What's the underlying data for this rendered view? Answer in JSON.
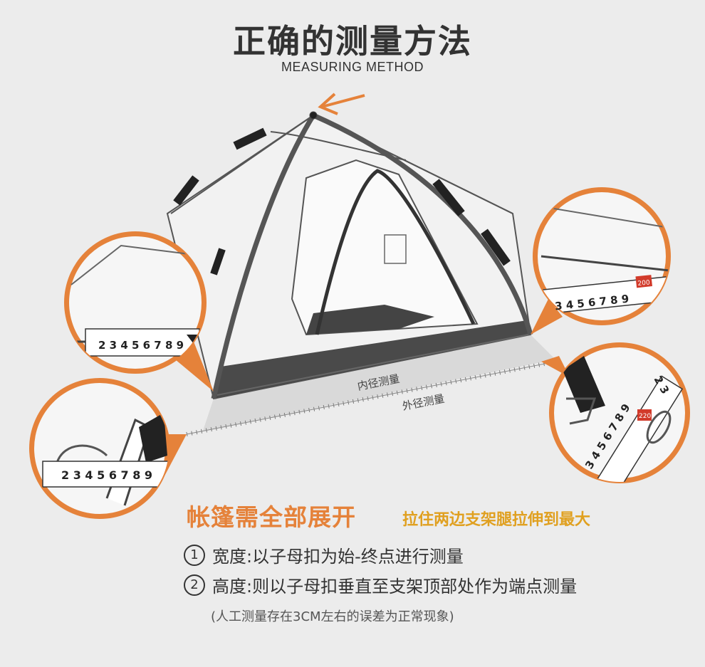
{
  "header": {
    "title": "正确的测量方法",
    "subtitle": "MEASURING METHOD"
  },
  "figure": {
    "inner_label": "内径测量",
    "outer_label": "外径测量",
    "tape_top_left": "2 3 4 5 6 7 8 9",
    "tape_bottom_left": "2 3 4 5 6 7 8 9",
    "tape_top_right": "3 4 5 6 7 8 9",
    "tape_top_right_marker": "200",
    "tape_bottom_right": "3 4 5 6 7 8 9",
    "tape_bottom_right_tail": "2 3",
    "tape_bottom_right_marker": "220",
    "colors": {
      "accent": "#e5823a",
      "tip": "#e0a020",
      "dark": "#444444",
      "background": "#ececec"
    }
  },
  "instructions": {
    "headline": "帐篷需全部展开",
    "tip": "拉住两边支架腿拉伸到最大",
    "steps": [
      {
        "num": "1",
        "text": "宽度:以子母扣为始-终点进行测量"
      },
      {
        "num": "2",
        "text": "高度:则以子母扣垂直至支架顶部处作为端点测量"
      }
    ],
    "note": "(人工测量存在3CM左右的误差为正常现象)"
  }
}
